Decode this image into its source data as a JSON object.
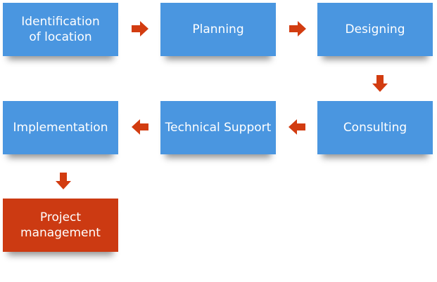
{
  "colors": {
    "step_fill": "#4a96e0",
    "final_step_fill": "#cc3a12",
    "arrow_fill": "#d23c10",
    "text": "#ffffff"
  },
  "steps": [
    {
      "id": "identification",
      "label": "Identification\nof location"
    },
    {
      "id": "planning",
      "label": "Planning"
    },
    {
      "id": "designing",
      "label": "Designing"
    },
    {
      "id": "consulting",
      "label": "Consulting"
    },
    {
      "id": "technical-support",
      "label": "Technical Support"
    },
    {
      "id": "implementation",
      "label": "Implementation"
    },
    {
      "id": "project-management",
      "label": "Project\nmanagement"
    }
  ],
  "arrows": [
    {
      "from": "identification",
      "to": "planning",
      "direction": "right"
    },
    {
      "from": "planning",
      "to": "designing",
      "direction": "right"
    },
    {
      "from": "designing",
      "to": "consulting",
      "direction": "down"
    },
    {
      "from": "consulting",
      "to": "technical-support",
      "direction": "left"
    },
    {
      "from": "technical-support",
      "to": "implementation",
      "direction": "left"
    },
    {
      "from": "implementation",
      "to": "project-management",
      "direction": "down"
    }
  ]
}
